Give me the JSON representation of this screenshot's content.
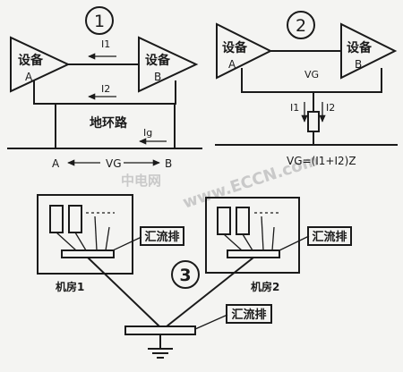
{
  "watermark": {
    "cn": "中电网",
    "url": "www.ECCN.com"
  },
  "fig1": {
    "number": "1",
    "device_a_name": "设备",
    "device_a_letter": "A",
    "device_b_name": "设备",
    "device_b_letter": "B",
    "current_1": "I1",
    "current_2": "I2",
    "loop_label": "地环路",
    "current_g": "Ig",
    "point_a": "A",
    "point_b": "B",
    "voltage": "VG"
  },
  "fig2": {
    "number": "2",
    "device_a_name": "设备",
    "device_a_letter": "A",
    "device_b_name": "设备",
    "device_b_letter": "B",
    "voltage": "VG",
    "current_1": "I1",
    "current_2": "I2",
    "equation": "VG=(I1+I2)Z"
  },
  "fig3": {
    "number": "3",
    "busbar_label_1": "汇流排",
    "busbar_label_2": "汇流排",
    "busbar_label_main": "汇流排",
    "room_1": "机房1",
    "room_2": "机房2"
  }
}
